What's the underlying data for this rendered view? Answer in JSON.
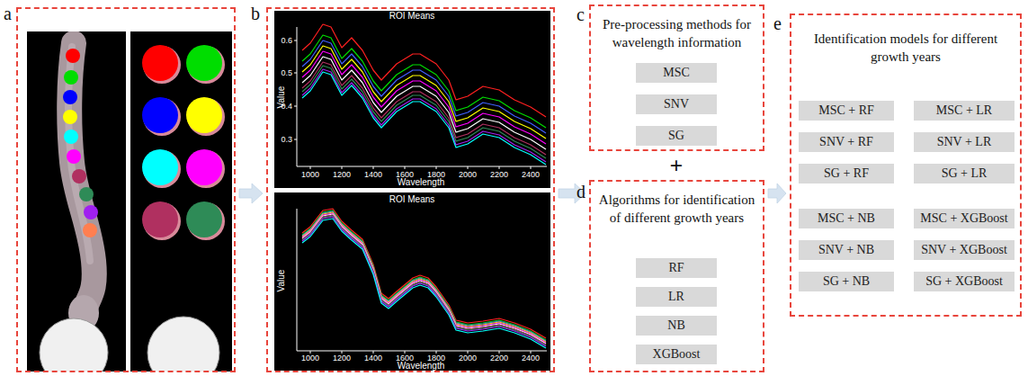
{
  "diagram": {
    "nodes": [
      {
        "text": [
          "a"
        ]
      },
      {
        "text": [
          "b"
        ]
      },
      {
        "text": [
          "c",
          "Pre-processing methods for wavelength information"
        ]
      },
      {
        "text": [
          "MSC"
        ],
        "in": 2
      },
      {
        "text": [
          "SNV"
        ],
        "in": 2
      },
      {
        "text": [
          "SG"
        ],
        "in": 2
      },
      {
        "text": [
          "d",
          "Algorithms for identification of different growth years"
        ]
      },
      {
        "text": [
          "RF"
        ],
        "in": 6
      },
      {
        "text": [
          "LR"
        ],
        "in": 6
      },
      {
        "text": [
          "NB"
        ],
        "in": 6
      },
      {
        "text": [
          "XGBoost"
        ],
        "in": 6
      },
      {
        "text": [
          "e",
          "Identification models for different growth years"
        ]
      },
      {
        "text": [
          "MSC + RF"
        ],
        "in": 11
      },
      {
        "text": [
          "MSC + LR"
        ],
        "in": 11
      },
      {
        "text": [
          "SNV + RF"
        ],
        "in": 11
      },
      {
        "text": [
          "SNV + LR"
        ],
        "in": 11
      },
      {
        "text": [
          "SG + RF"
        ],
        "in": 11
      },
      {
        "text": [
          "SG + LR"
        ],
        "in": 11
      },
      {
        "text": [
          "MSC + NB"
        ],
        "in": 11
      },
      {
        "text": [
          "MSC + XGBoost"
        ],
        "in": 11
      },
      {
        "text": [
          "SNV + NB"
        ],
        "in": 11
      },
      {
        "text": [
          "SNV + XGBoost"
        ],
        "in": 11
      },
      {
        "text": [
          "SG + NB"
        ],
        "in": 11
      },
      {
        "text": [
          "SG + XGBoost"
        ],
        "in": 11
      }
    ],
    "edges": [
      {
        "from": 0,
        "to": 1,
        "arrow": "to"
      },
      {
        "from": 1,
        "to": 6,
        "arrow": "to"
      },
      {
        "from": 6,
        "to": 11,
        "arrow": "to"
      }
    ],
    "labels": [
      "+",
      "ROI Means",
      "Value",
      "Wavelength",
      "0.6",
      "0.5",
      "0.4",
      "0.3",
      "1000",
      "1200",
      "1400",
      "1600",
      "1800",
      "2000",
      "2200",
      "2400",
      "ROI Means",
      "Value",
      "Wavelength",
      "1000",
      "1200",
      "1400",
      "1600",
      "1800",
      "2000",
      "2200",
      "2400"
    ]
  }
}
